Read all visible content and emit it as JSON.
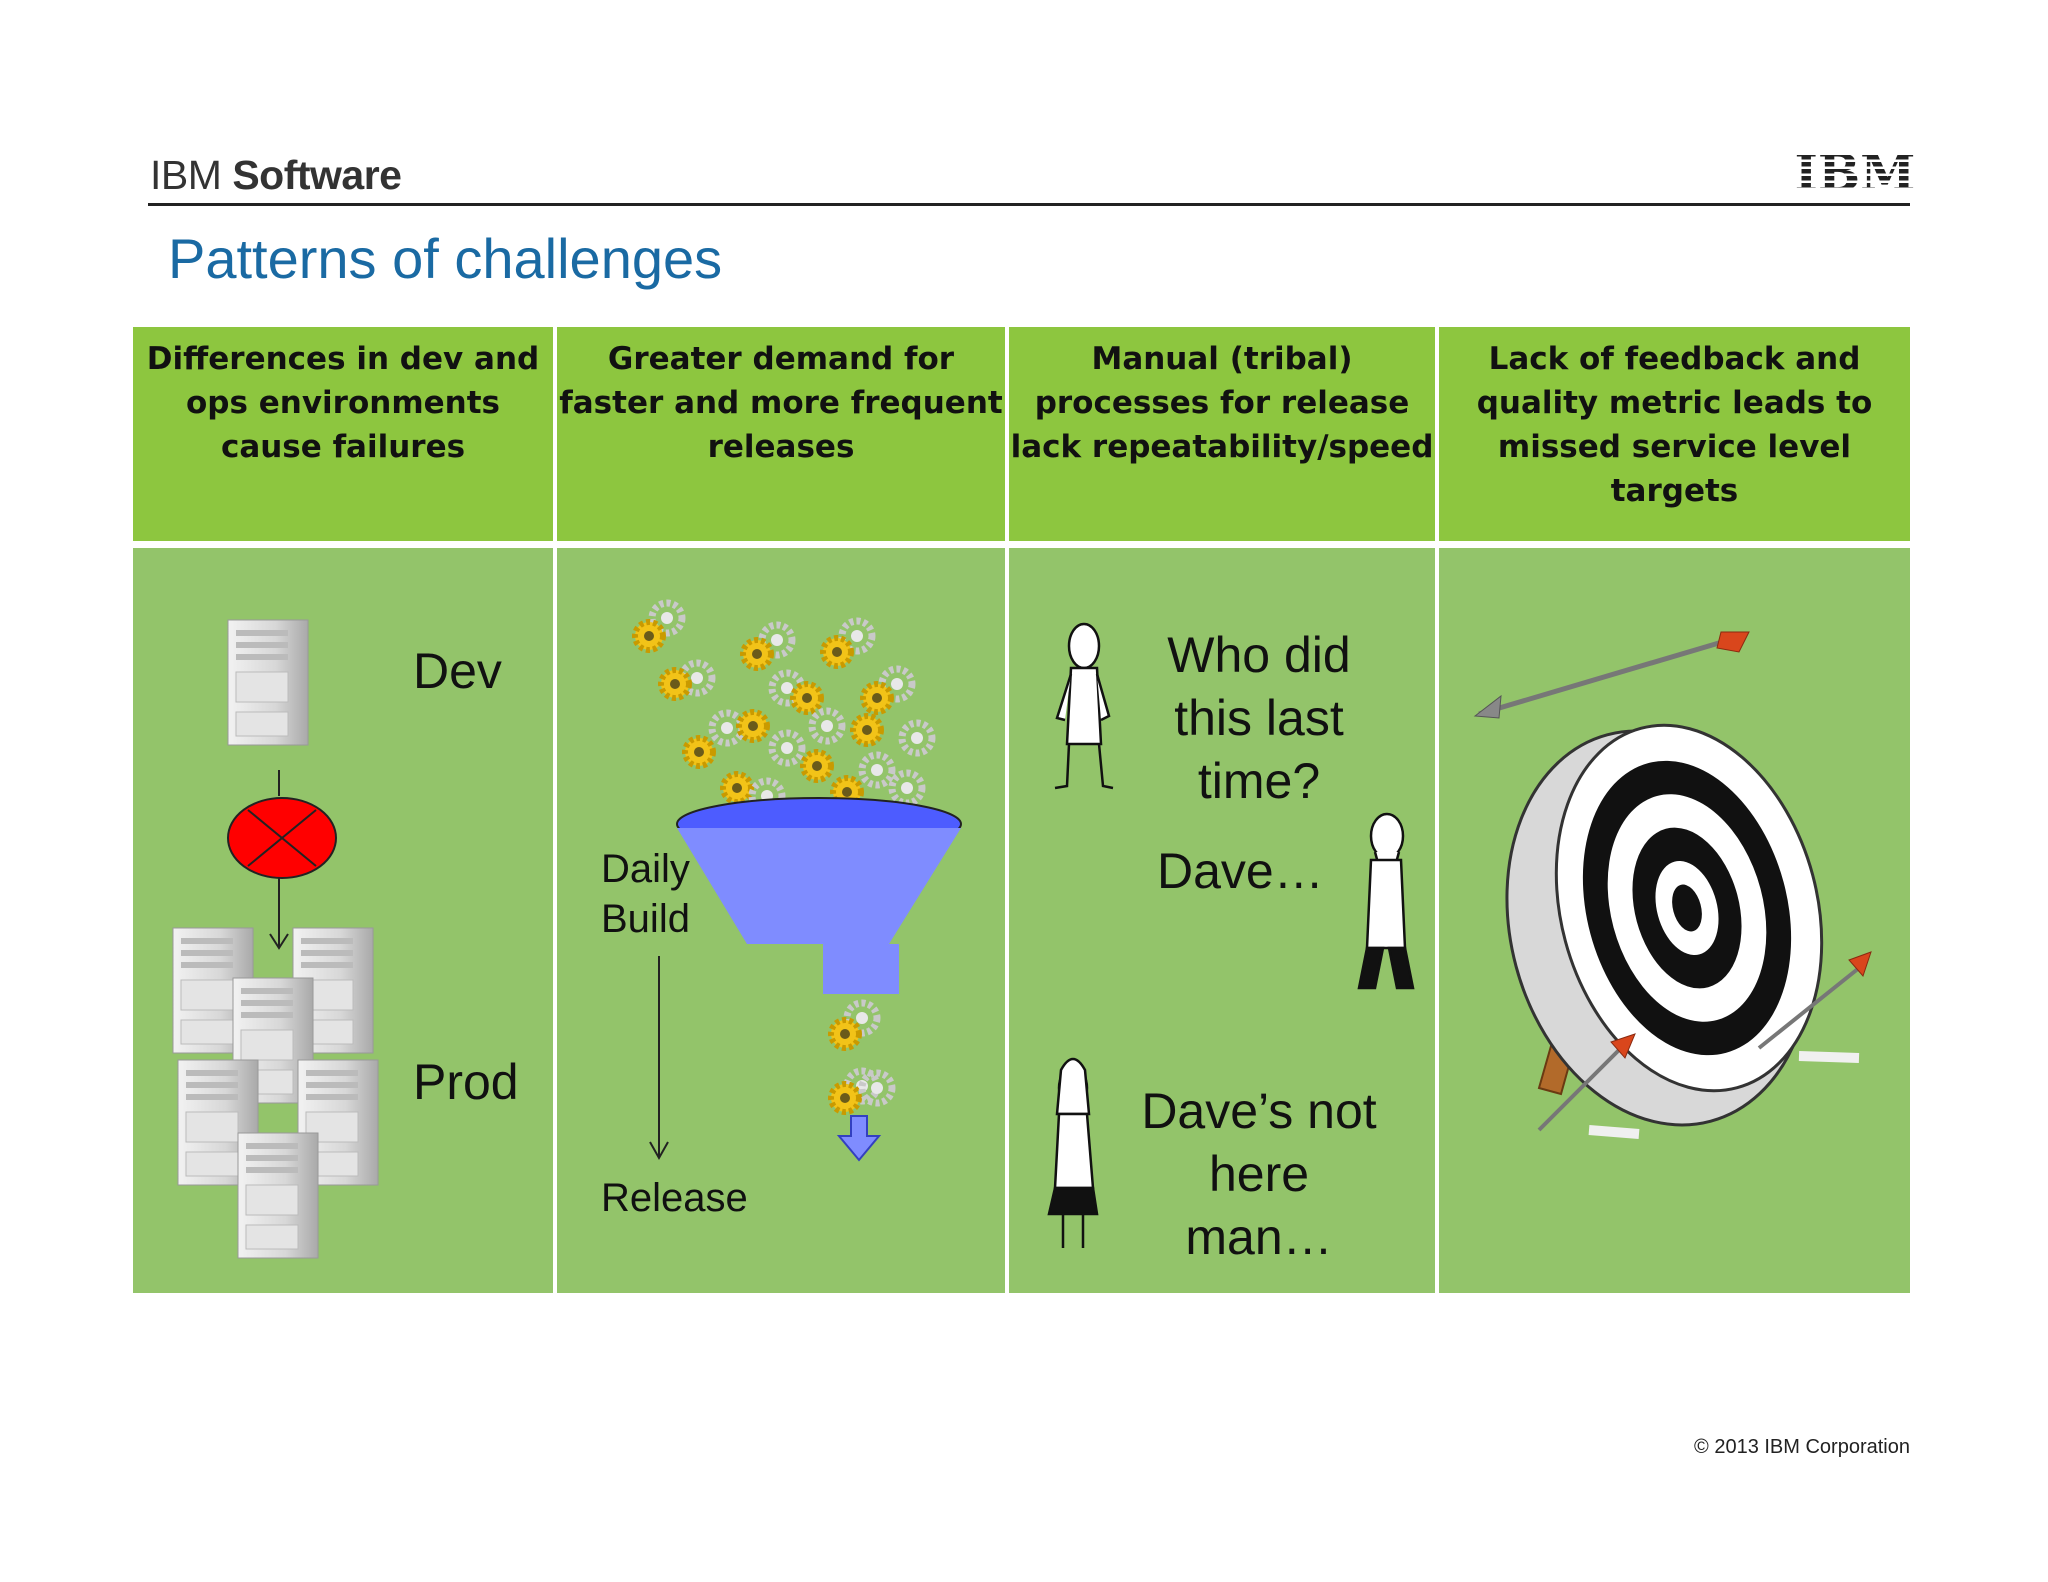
{
  "header": {
    "brand_light": "IBM",
    "brand_bold": "Software",
    "logo_text": "IBM"
  },
  "title": "Patterns of challenges",
  "columns": [
    {
      "heading": "Differences in dev and ops environments cause failures",
      "labels": {
        "dev": "Dev",
        "prod": "Prod"
      }
    },
    {
      "heading": "Greater demand for faster and more frequent releases",
      "labels": {
        "daily_build": "Daily Build",
        "release": "Release"
      }
    },
    {
      "heading": "Manual (tribal) processes for release lack repeatability/speed",
      "labels": {
        "q1": "Who did this last time?",
        "a1": "Dave…",
        "a2": "Dave’s not here man…"
      }
    },
    {
      "heading": "Lack of feedback and quality metric leads to missed service level targets"
    }
  ],
  "footer": "© 2013 IBM Corporation",
  "colors": {
    "header_green": "#8dc63f",
    "body_green": "#93c46a",
    "title_blue": "#1a6aa3",
    "funnel_blue": "#7f8cff",
    "stop_red": "#ff0000"
  }
}
